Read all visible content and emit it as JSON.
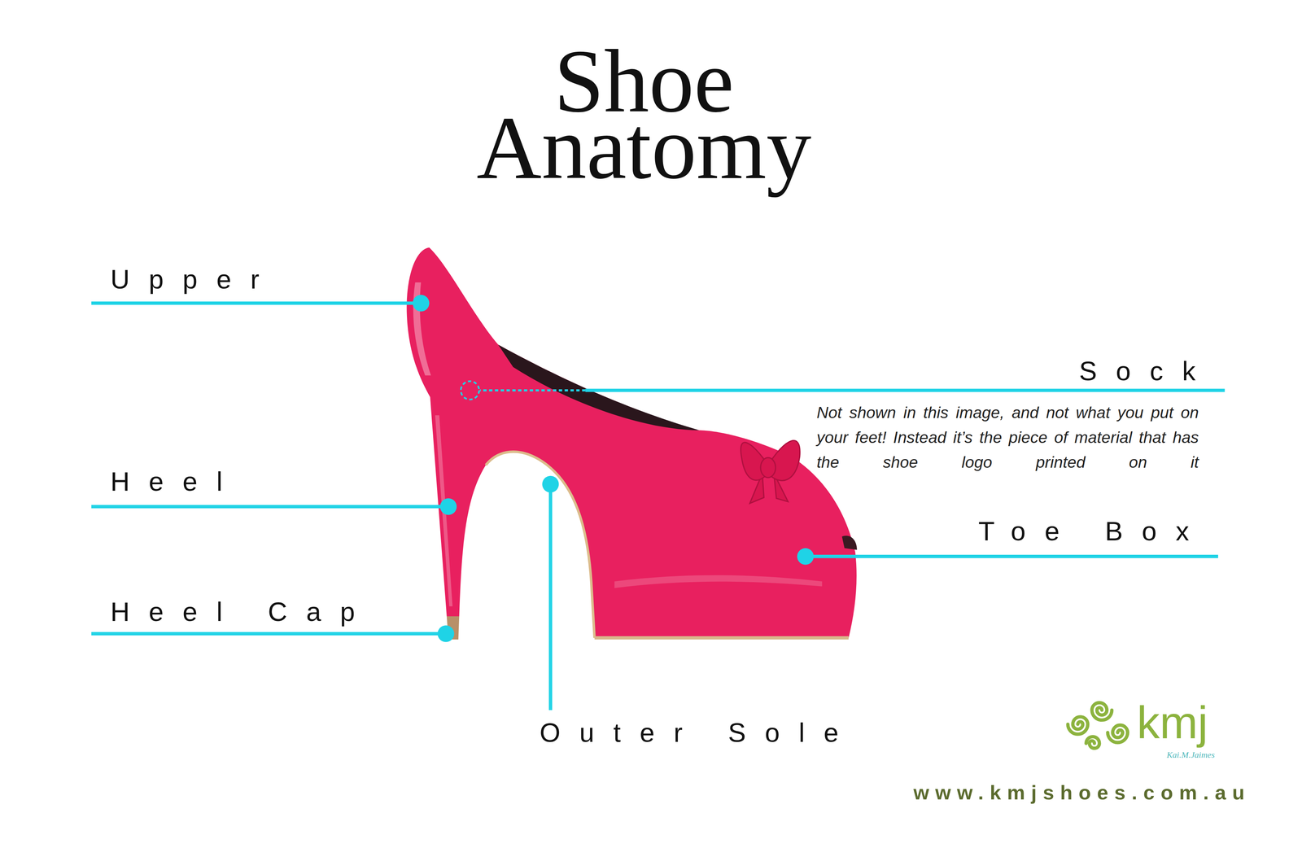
{
  "diagram": {
    "title": "Shoe Anatomy",
    "labels": [
      "Upper",
      "Sock",
      "Not shown in this image, and not what you put on your feet! Instead it’s the piece of material that has the shoe logo printed on it",
      "Heel",
      "Toe Box",
      "Heel Cap",
      "Outer Sole",
      "kmj",
      "Kai.M.Jaimes",
      "www.kmjshoes.com.au"
    ]
  }
}
